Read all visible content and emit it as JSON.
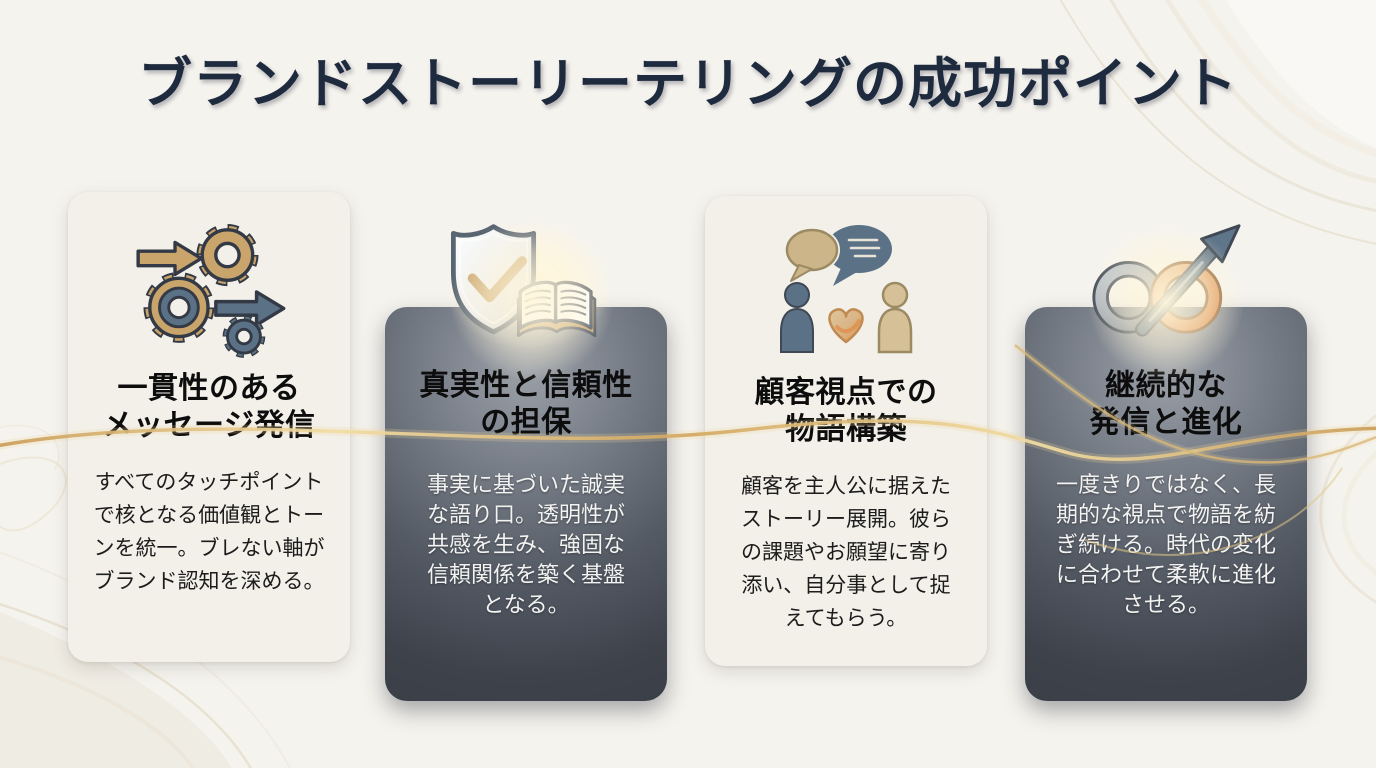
{
  "page": {
    "title": "ブランドストーリーテリングの成功ポイント"
  },
  "colors": {
    "background": "#f5f3ee",
    "title_text": "#1e2a3e",
    "light_card": "#f2f0e9",
    "dark_card": "#3b4049",
    "gold_ribbon": "#d9b877",
    "accent_gold": "#c9a46b",
    "accent_slate": "#5b7186",
    "accent_orange": "#de8c4b"
  },
  "cards": [
    {
      "variant": "light",
      "icon": "gears-arrows-icon",
      "title": "一貫性のある\nメッセージ発信",
      "body": "すべてのタッチポイント\nで核となる価値観とトー\nンを統一。ブレない軸が\nブランド認知を深める。"
    },
    {
      "variant": "dark",
      "icon": "shield-check-book-icon",
      "title": "真実性と信頼性\nの担保",
      "body": "事実に基づいた誠実\nな語り口。透明性が\n共感を生み、強固な\n信頼関係を築く基盤\nとなる。"
    },
    {
      "variant": "light",
      "icon": "customers-dialogue-heart-icon",
      "title": "顧客視点での\n物語構築",
      "body": "顧客を主人公に据えた\nストーリー展開。彼ら\nの課題やお願望に寄り\n添い、自分事として捉\nえてもらう。"
    },
    {
      "variant": "dark",
      "icon": "infinity-growth-arrow-icon",
      "title": "継続的な\n発信と進化",
      "body": "一度きりではなく、長\n期的な視点で物語を紡\nぎ続ける。時代の変化\nに合わせて柔軟に進化\nさせる。"
    }
  ]
}
